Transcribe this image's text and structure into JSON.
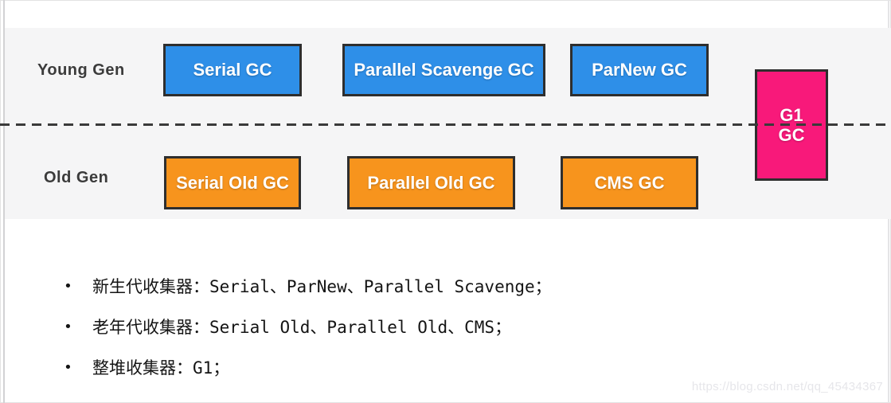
{
  "generations": {
    "young": {
      "label": "Young Gen",
      "collectors": [
        "Serial GC",
        "Parallel Scavenge GC",
        "ParNew GC"
      ]
    },
    "old": {
      "label": "Old Gen",
      "collectors": [
        "Serial Old GC",
        "Parallel Old GC",
        "CMS GC"
      ]
    },
    "whole_heap": {
      "label": "G1\nGC"
    }
  },
  "colors": {
    "young_box": "#2E8FE8",
    "old_box": "#F7941D",
    "g1_box": "#F8197A",
    "box_border": "#2E2E2E",
    "panel_bg": "#F5F5F6",
    "dashed_line": "#3A3A3A"
  },
  "notes": {
    "marker": "•",
    "items": [
      "新生代收集器：Serial、ParNew、Parallel Scavenge；",
      "老年代收集器：Serial Old、Parallel Old、CMS；",
      "整堆收集器：G1；"
    ]
  },
  "watermark": "https://blog.csdn.net/qq_45434367"
}
